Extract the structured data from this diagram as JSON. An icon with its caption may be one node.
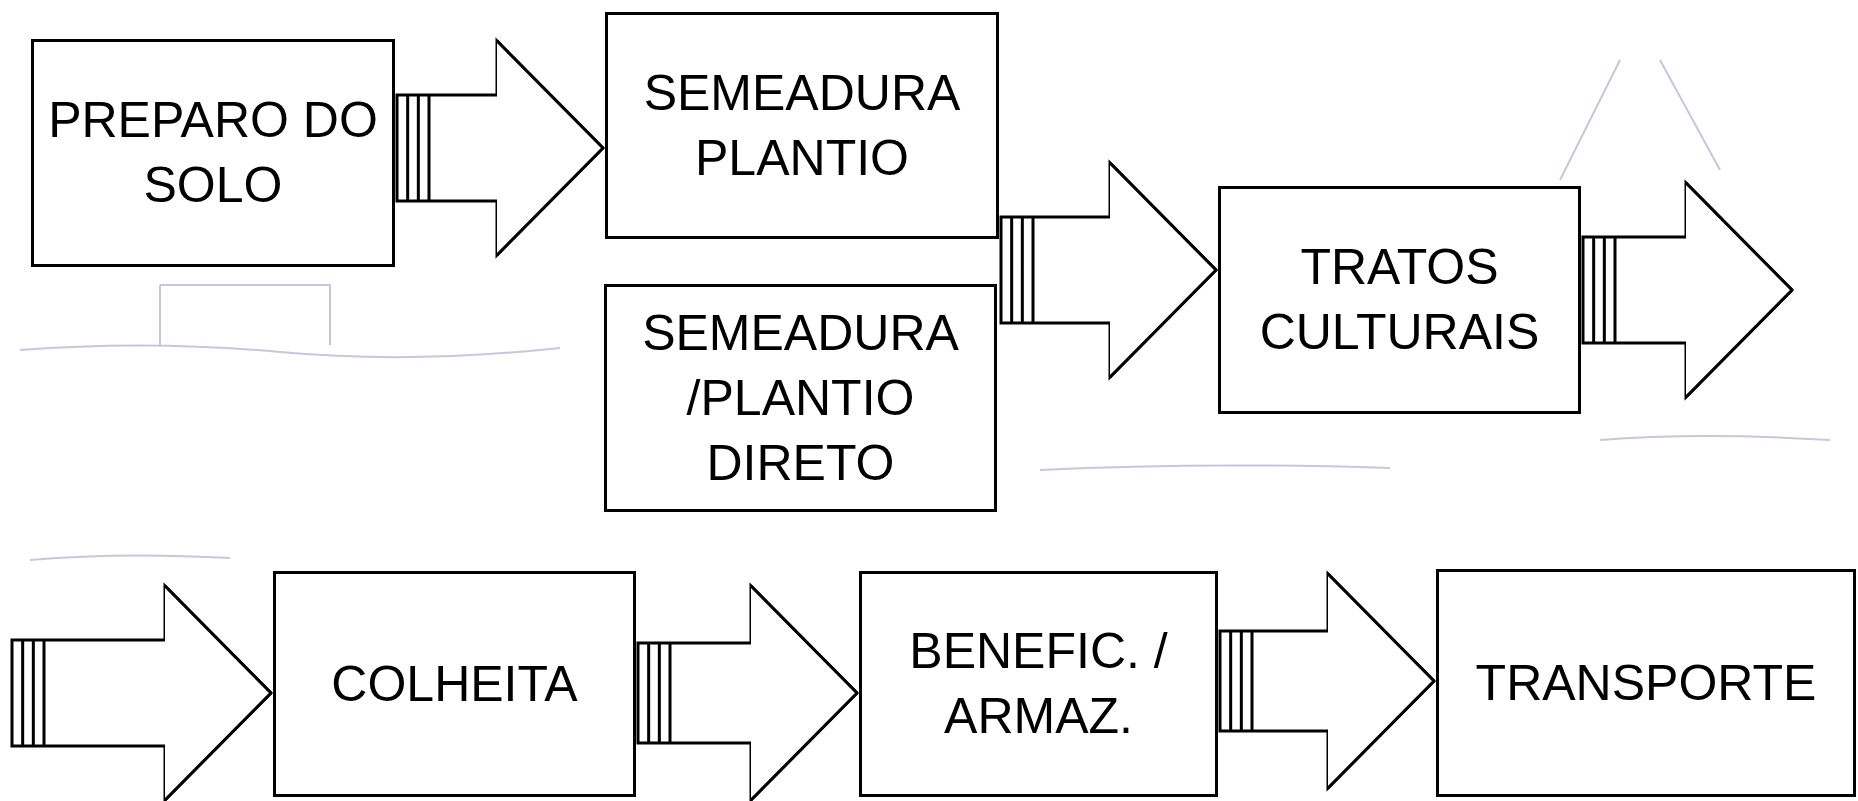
{
  "diagram": {
    "nodes": [
      {
        "text": [
          "PREPARO DO SOLO"
        ]
      },
      {
        "text": [
          "SEMEADURA PLANTIO"
        ]
      },
      {
        "text": [
          "SEMEADURA /PLANTIO DIRETO"
        ]
      },
      {
        "text": [
          "TRATOS CULTURAIS"
        ]
      },
      {
        "text": [
          "COLHEITA"
        ]
      },
      {
        "text": [
          "BENEFIC. / ARMAZ."
        ]
      },
      {
        "text": [
          "TRANSPORTE"
        ]
      }
    ],
    "edges": [
      {
        "from": 0,
        "to": 1,
        "arrow": "to"
      },
      {
        "from": 1,
        "to": 3,
        "arrow": "to"
      },
      {
        "from": 2,
        "to": 3,
        "arrow": "to"
      },
      {
        "from": 3,
        "to": null,
        "arrow": "to"
      },
      {
        "from": null,
        "to": 4,
        "arrow": "to"
      },
      {
        "from": 4,
        "to": 5,
        "arrow": "to"
      },
      {
        "from": 5,
        "to": 6,
        "arrow": "to"
      }
    ]
  }
}
